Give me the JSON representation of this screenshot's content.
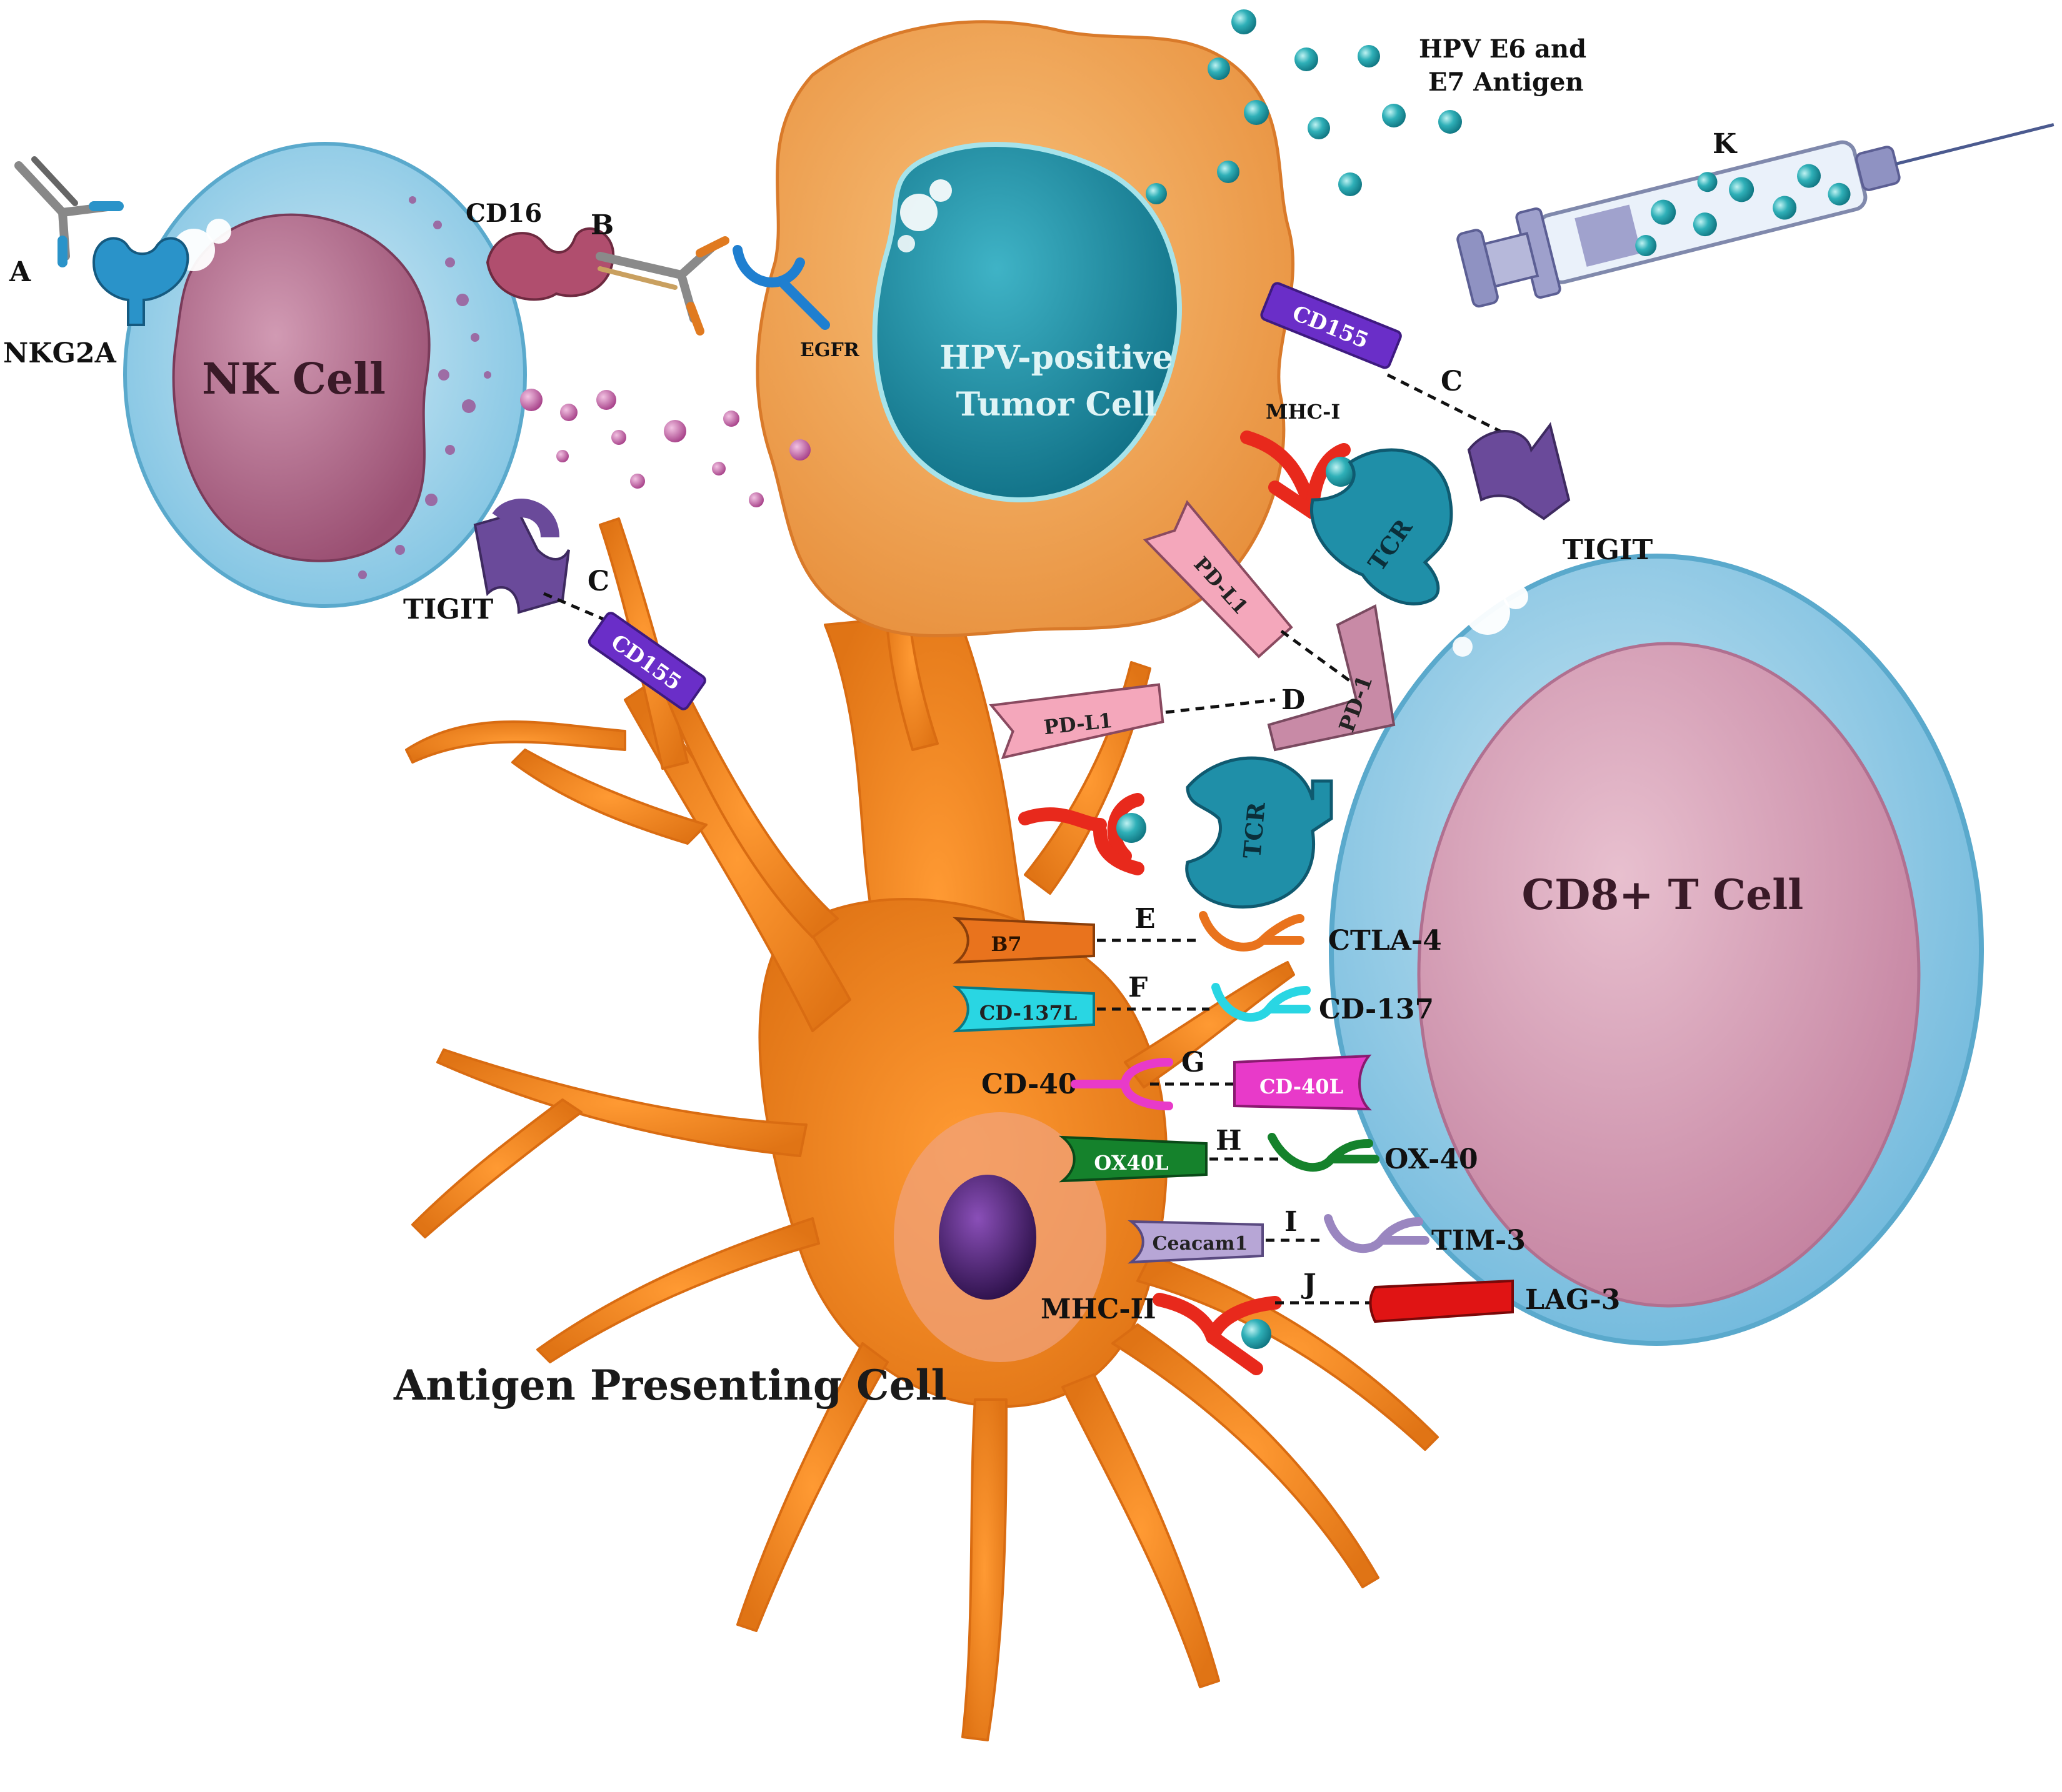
{
  "cells": {
    "nk": "NK Cell",
    "tumor_line1": "HPV-positive",
    "tumor_line2": "Tumor Cell",
    "tcell": "CD8+ T Cell",
    "apc": "Antigen Presenting Cell"
  },
  "antigen": {
    "line1": "HPV E6 and",
    "line2": "E7 Antigen"
  },
  "letters": {
    "a": "A",
    "b": "B",
    "c1": "C",
    "c2": "C",
    "d": "D",
    "e": "E",
    "f": "F",
    "g": "G",
    "h": "H",
    "i": "I",
    "j": "J",
    "k": "K"
  },
  "molecules": {
    "nkg2a": "NKG2A",
    "cd16": "CD16",
    "egfr": "EGFR",
    "tigit_nk": "TIGIT",
    "cd155_apc": "CD155",
    "cd155_tumor": "CD155",
    "tigit_t": "TIGIT",
    "mhc1": "MHC-I",
    "tcr1": "TCR",
    "tcr2": "TCR",
    "pdl1_tumor": "PD-L1",
    "pdl1_apc": "PD-L1",
    "pd1": "PD-1",
    "b7": "B7",
    "ctla4": "CTLA-4",
    "cd137l": "CD-137L",
    "cd137": "CD-137",
    "cd40": "CD-40",
    "cd40l": "CD-40L",
    "ox40l": "OX40L",
    "ox40": "OX-40",
    "ceacam1": "Ceacam1",
    "tim3": "TIM-3",
    "mhc2": "MHC-II",
    "lag3": "LAG-3"
  },
  "colors": {
    "apc": "#f28a22",
    "tumor": "#f0a75a",
    "tumor_nucleus": "#1f93a8",
    "nk_membrane": "#9cd3ea",
    "nk_nucleus": "#b86b8c",
    "t_membrane": "#8ecbe6",
    "t_nucleus": "#d8a4b8",
    "antigen": "#2aa7b0",
    "mhc": "#e8291c",
    "cd155": "#6a2ec8",
    "tigit": "#6a4a9a",
    "pdl1": "#f4a7bb",
    "pd1": "#c88aa6",
    "b7": "#e9731d",
    "cd137": "#29d6e3",
    "cd40": "#e83ac9",
    "ox40": "#15822c",
    "tim3": "#9a86c0",
    "lag3": "#e01414"
  }
}
